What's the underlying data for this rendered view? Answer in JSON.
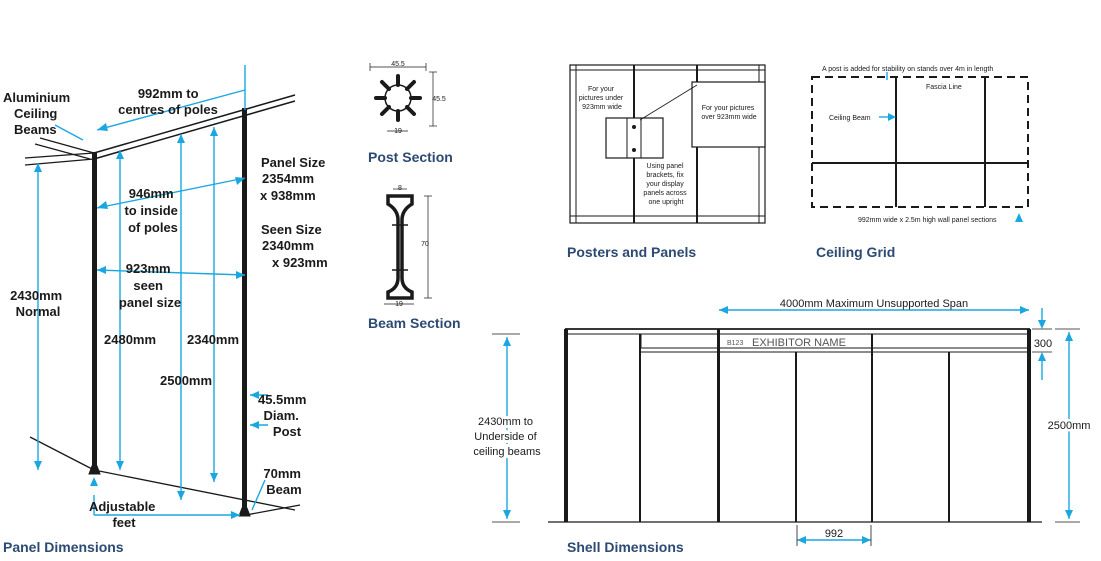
{
  "panel_dimensions": {
    "caption": "Panel Dimensions",
    "aluminium_label": [
      "Aluminium",
      "Ceiling",
      "Beams"
    ],
    "centres_label": [
      "992mm to",
      "centres of poles"
    ],
    "inside_label": [
      "946mm",
      "to inside",
      "of poles"
    ],
    "seen_label": [
      "923mm",
      "seen",
      "panel size"
    ],
    "panel_size_label": [
      "Panel Size",
      "2354mm",
      "x 938mm"
    ],
    "seen_size_label": [
      "Seen Size",
      "2340mm",
      "x 923mm"
    ],
    "normal_label": [
      "2430mm",
      "Normal"
    ],
    "dim_2480": "2480mm",
    "dim_2340": "2340mm",
    "dim_2500": "2500mm",
    "post_label": [
      "45.5mm",
      "Diam.",
      "Post"
    ],
    "beam_label": [
      "70mm",
      "Beam"
    ],
    "feet_label": [
      "Adjustable",
      "feet"
    ]
  },
  "post_section": {
    "caption": "Post Section",
    "width_label": "45.5",
    "height_label": "45.5",
    "inner_label": "19"
  },
  "beam_section": {
    "caption": "Beam Section",
    "top_label": "8",
    "height_label": "70",
    "bottom_label": "19"
  },
  "posters_panels": {
    "caption": "Posters and Panels",
    "under_label": [
      "For your",
      "pictures under",
      "923mm wide"
    ],
    "over_label": [
      "For your pictures",
      "over 923mm wide"
    ],
    "bracket_label": [
      "Using panel",
      "brackets, fix",
      "your display",
      "panels across",
      "one upright"
    ]
  },
  "ceiling_grid": {
    "caption": "Ceiling Grid",
    "top_note": "A post is added for stability on stands over 4m in length",
    "fascia_label": "Fascia Line",
    "beam_label": "Ceiling Beam",
    "bottom_note": "992mm wide x 2.5m high wall panel sections"
  },
  "shell_dimensions": {
    "caption": "Shell Dimensions",
    "span_label": "4000mm Maximum Unsupported Span",
    "stand_number": "B123",
    "exhibitor_name": "EXHIBITOR NAME",
    "dim_300": "300",
    "dim_2500": "2500mm",
    "left_label": [
      "2430mm to",
      "Underside of",
      "ceiling beams"
    ],
    "width_label": "992"
  },
  "colors": {
    "dimension_lines": "#1aa7e1",
    "captions": "#2c4a72",
    "linework": "#1a1a1a"
  }
}
